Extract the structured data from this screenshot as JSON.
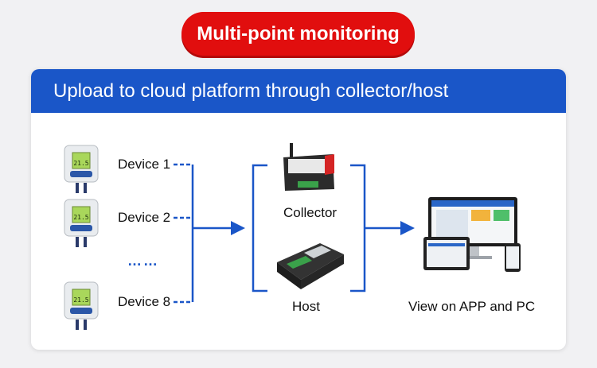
{
  "banner": {
    "title": "Multi-point monitoring"
  },
  "card": {
    "header": "Upload to cloud platform through collector/host"
  },
  "devices": [
    {
      "label": "Device 1",
      "reading": "21.5"
    },
    {
      "label": "Device 2",
      "reading": "21.5"
    },
    {
      "label": "Device 8",
      "reading": "21.5"
    }
  ],
  "ellipsis": "……",
  "gateways": {
    "collector": "Collector",
    "host": "Host"
  },
  "output": {
    "label": "View on APP and PC"
  },
  "colors": {
    "accent": "#1a56c8",
    "banner": "#e10e0e"
  }
}
